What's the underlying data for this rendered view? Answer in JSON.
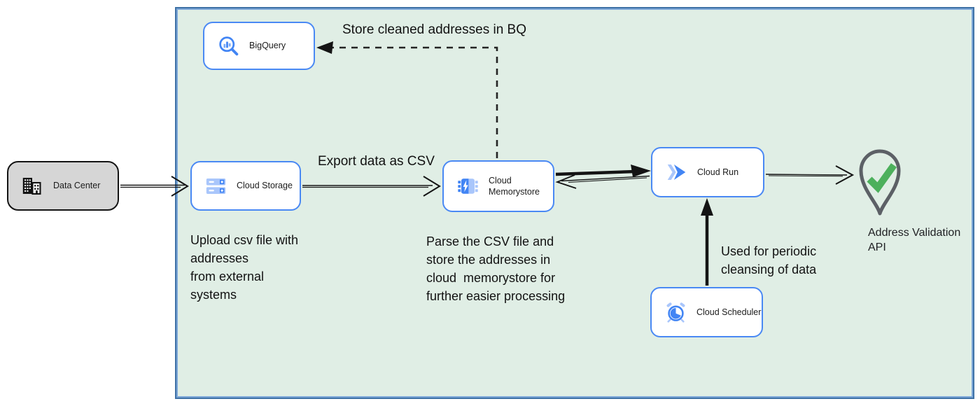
{
  "nodes": {
    "data_center": {
      "label": "Data Center"
    },
    "bigquery": {
      "label": "BigQuery"
    },
    "cloud_storage": {
      "label": "Cloud Storage"
    },
    "cloud_memorystore": {
      "label": "Cloud\nMemorystore"
    },
    "cloud_run": {
      "label": "Cloud Run"
    },
    "cloud_scheduler": {
      "label": "Cloud Scheduler"
    },
    "address_validation": {
      "label": "Address Validation\nAPI"
    }
  },
  "annotations": {
    "store_bq": "Store cleaned addresses in BQ",
    "export_csv": "Export data as CSV",
    "upload_note": "Upload csv file with\naddresses\nfrom external\nsystems",
    "parse_note": "Parse the CSV file and\nstore the addresses in\ncloud  memorystore for\nfurther easier processing",
    "periodic_note": "Used for periodic\ncleansing of data"
  },
  "icons": {
    "data_center": "building-icon",
    "bigquery": "bigquery-magnifier-icon",
    "cloud_storage": "storage-bars-icon",
    "cloud_memorystore": "memorystore-chip-icon",
    "cloud_run": "cloud-run-chevrons-icon",
    "cloud_scheduler": "scheduler-alarm-clock-icon",
    "address_validation": "map-pin-checkmark-icon"
  },
  "colors": {
    "container_fill": "#e0eee5",
    "container_border": "#3f72a6",
    "node_border": "#4a89f4",
    "node_fill": "#ffffff",
    "datacenter_fill": "#d6d6d6",
    "arrow": "#141414",
    "icon_blue": "#4285f4",
    "icon_light_blue": "#a9c6fb",
    "pin_outline": "#5c6066",
    "check_green": "#4cb05c"
  }
}
